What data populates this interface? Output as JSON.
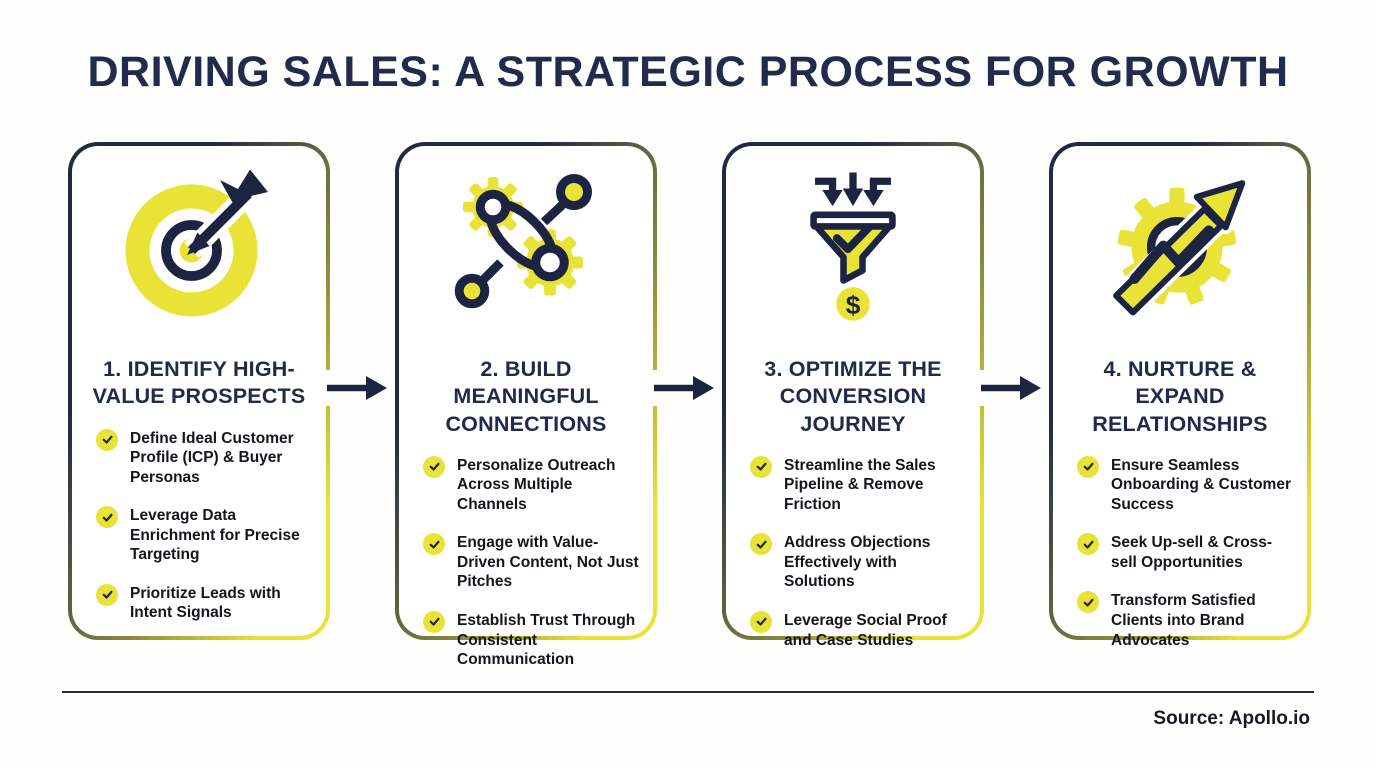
{
  "title": "DRIVING SALES: A STRATEGIC PROCESS FOR GROWTH",
  "source": "Source: Apollo.io",
  "colors": {
    "navy": "#212947",
    "yellow": "#E8E336",
    "text_dark": "#15151B",
    "background": "#FFFFFF"
  },
  "steps": [
    {
      "icon": "target-dart-icon",
      "title": "1. IDENTIFY HIGH-VALUE PROSPECTS",
      "bullets": [
        "Define Ideal Customer Profile (ICP) & Buyer Personas",
        "Leverage Data Enrichment for Precise Targeting",
        "Prioritize Leads with Intent Signals"
      ]
    },
    {
      "icon": "network-gears-icon",
      "title": "2. BUILD MEANINGFUL CONNECTIONS",
      "bullets": [
        "Personalize Outreach Across Multiple Channels",
        "Engage with Value-Driven Content, Not Just Pitches",
        "Establish Trust Through Consistent Communication"
      ]
    },
    {
      "icon": "funnel-dollar-icon",
      "title": "3. OPTIMIZE THE CONVERSION JOURNEY",
      "bullets": [
        "Streamline the Sales Pipeline & Remove Friction",
        "Address Objections Effectively with Solutions",
        "Leverage Social Proof and Case Studies"
      ]
    },
    {
      "icon": "gear-growth-arrow-icon",
      "title": "4. NURTURE & EXPAND RELATIONSHIPS",
      "bullets": [
        "Ensure Seamless Onboarding & Customer Success",
        "Seek Up-sell & Cross-sell Opportunities",
        "Transform Satisfied Clients into Brand Advocates"
      ]
    }
  ]
}
